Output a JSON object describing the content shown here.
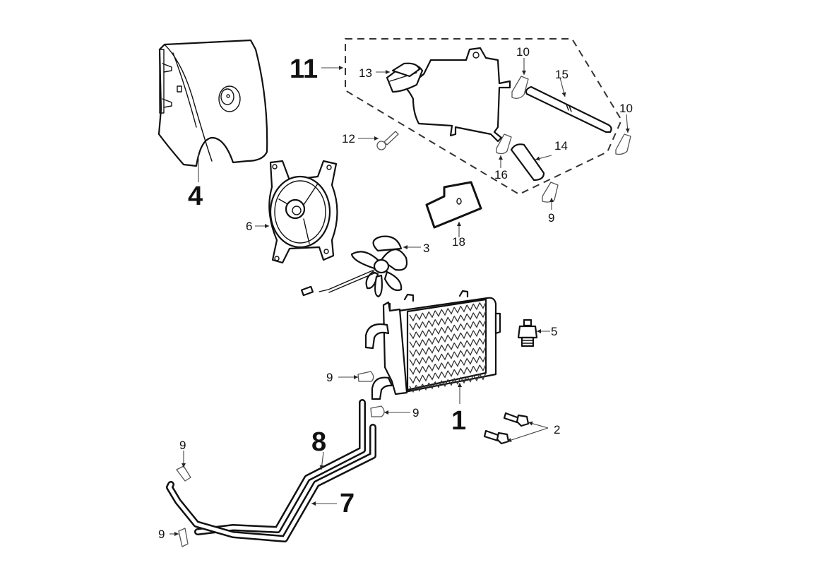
{
  "diagram": {
    "title": "Cooling system exploded parts view",
    "callouts": [
      {
        "id": "c1",
        "text": "1",
        "part": "radiator",
        "style": "big"
      },
      {
        "id": "c2",
        "text": "2",
        "part": "radiator-bolts",
        "style": "small"
      },
      {
        "id": "c3",
        "text": "3",
        "part": "fan-with-motor",
        "style": "small"
      },
      {
        "id": "c4",
        "text": "4",
        "part": "radiator-cover",
        "style": "big"
      },
      {
        "id": "c5",
        "text": "5",
        "part": "thermo-switch",
        "style": "small"
      },
      {
        "id": "c6",
        "text": "6",
        "part": "fan-shroud",
        "style": "small"
      },
      {
        "id": "c7",
        "text": "7",
        "part": "lower-hose",
        "style": "big"
      },
      {
        "id": "c8",
        "text": "8",
        "part": "upper-hose",
        "style": "big"
      },
      {
        "id": "c9a",
        "text": "9",
        "part": "hose-clamp",
        "style": "small"
      },
      {
        "id": "c9b",
        "text": "9",
        "part": "hose-clamp",
        "style": "small"
      },
      {
        "id": "c9c",
        "text": "9",
        "part": "hose-clamp",
        "style": "small"
      },
      {
        "id": "c9d",
        "text": "9",
        "part": "hose-clamp",
        "style": "small"
      },
      {
        "id": "c9e",
        "text": "9",
        "part": "hose-clamp",
        "style": "small"
      },
      {
        "id": "c10a",
        "text": "10",
        "part": "hose-clamp",
        "style": "small"
      },
      {
        "id": "c10b",
        "text": "10",
        "part": "hose-clamp",
        "style": "small"
      },
      {
        "id": "c11",
        "text": "11",
        "part": "expansion-tank-assembly",
        "style": "big"
      },
      {
        "id": "c12",
        "text": "12",
        "part": "tank-bolt",
        "style": "small"
      },
      {
        "id": "c13",
        "text": "13",
        "part": "tank-cap",
        "style": "small"
      },
      {
        "id": "c14",
        "text": "14",
        "part": "short-hose",
        "style": "small"
      },
      {
        "id": "c15",
        "text": "15",
        "part": "overflow-hose",
        "style": "small"
      },
      {
        "id": "c16",
        "text": "16",
        "part": "hose-clamp",
        "style": "small"
      },
      {
        "id": "c18",
        "text": "18",
        "part": "foam-pad",
        "style": "small"
      }
    ]
  }
}
